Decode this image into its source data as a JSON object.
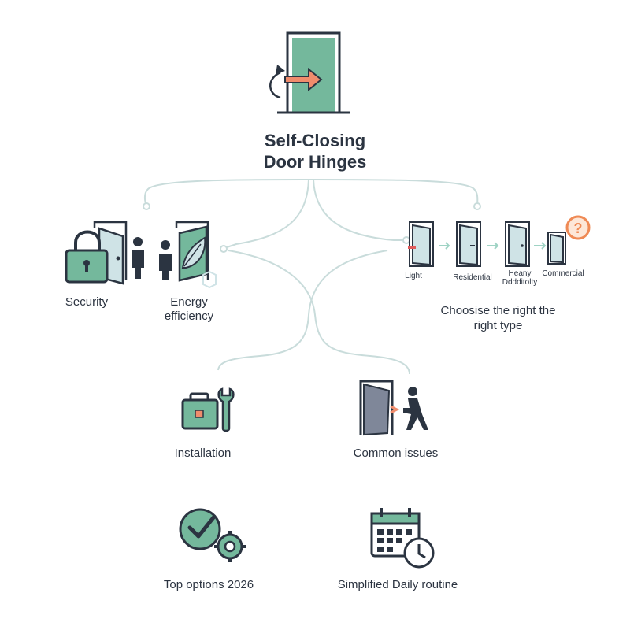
{
  "title": {
    "line1": "Self-Closing",
    "line2": "Door Hinges"
  },
  "branches": {
    "security": "Security",
    "energy": {
      "line1": "Energy",
      "line2": "efficiency"
    },
    "installation": "Installation",
    "common_issues": "Common issues",
    "top_options": "Top options 2026",
    "routine": "Simplified Daily routine"
  },
  "door_types": {
    "light": "Light",
    "residential": "Residential",
    "heavy": {
      "line1": "Heany",
      "line2": "Dddditolty"
    },
    "commercial": "Commercial",
    "question_mark": "?"
  },
  "choose": {
    "line1": "Choosise the right the",
    "line2": "right type"
  },
  "colors": {
    "accent_green": "#6fb59a",
    "dark_outline": "#2b3441",
    "arrow_orange": "#f08c6c",
    "connector": "#c9dcdb",
    "question_orange": "#ef8a55"
  }
}
